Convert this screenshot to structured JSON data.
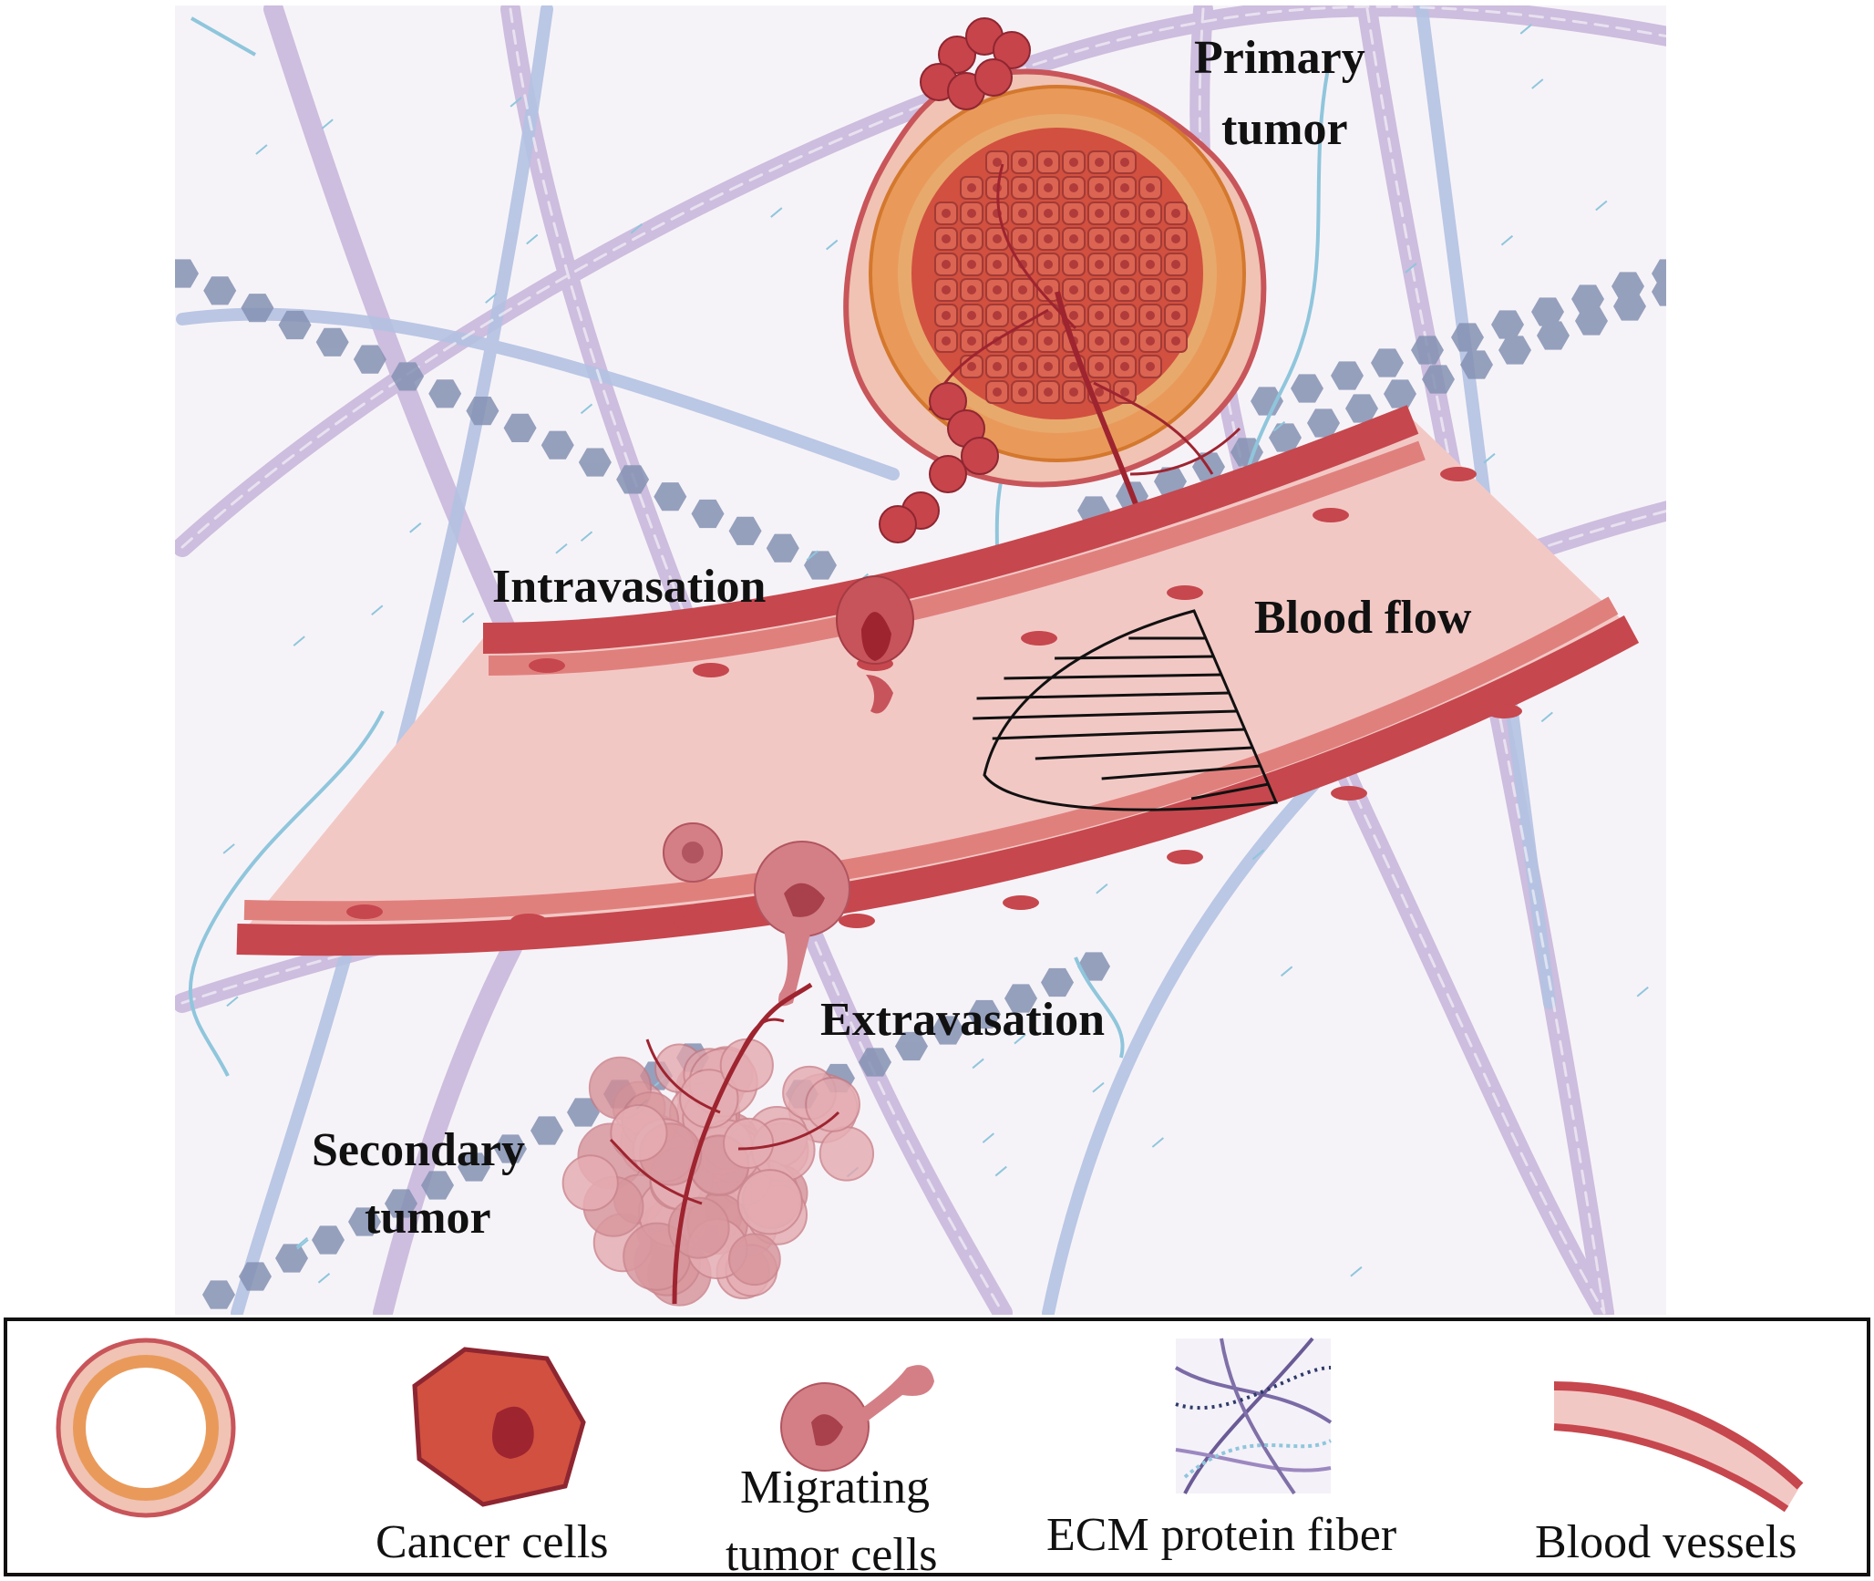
{
  "labels": {
    "primary_tumor_line1": "Primary",
    "primary_tumor_line2": "tumor",
    "intravasation": "Intravasation",
    "blood_flow": "Blood flow",
    "extravasation": "Extravasation",
    "secondary_tumor_line1": "Secondary",
    "secondary_tumor_line2": "tumor"
  },
  "legend": {
    "items": [
      {
        "icon": "tumor-cross-section-icon",
        "label": ""
      },
      {
        "icon": "cancer-cell-icon",
        "label": "Cancer cells"
      },
      {
        "icon": "migrating-cell-icon",
        "label_line1": "Migrating",
        "label_line2": "tumor cells"
      },
      {
        "icon": "ecm-fiber-icon",
        "label": "ECM protein fiber"
      },
      {
        "icon": "blood-vessel-icon",
        "label": "Blood vessels"
      }
    ]
  },
  "colors": {
    "background": "#f6f3f8",
    "fiber_purple": "#b9a6d0",
    "fiber_blue": "#a8b6d8",
    "hexagon_chain": "#8592b3",
    "capillary_blue": "#8fc6dc",
    "vessel_wall": "#c6474d",
    "vessel_lumen": "#f2c8c5",
    "endothelial": "#e0807d",
    "tumor_core": "#d2503f",
    "tumor_ring": "#e99a5a",
    "secondary_tumor": "#d99098"
  }
}
